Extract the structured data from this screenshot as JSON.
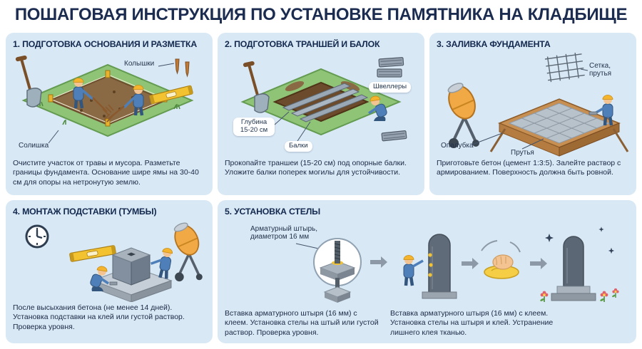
{
  "title": "ПОШАГОВАЯ ИНСТРУКЦИЯ ПО УСТАНОВКЕ ПАМЯТНИКА НА КЛАДБИЩЕ",
  "colors": {
    "panel_bg": "#d8e8f5",
    "title_text": "#1b2c50",
    "worker_blue": "#4f7fb8",
    "helmet_yellow": "#f5b42d",
    "level_yellow": "#f2c231",
    "grass_green": "#8fc477",
    "mixer_orange": "#f0a945"
  },
  "steps": [
    {
      "header": "1. ПОДГОТОВКА ОСНОВАНИЯ И РАЗМЕТКА",
      "labels": {
        "kolyshki": "Колышки",
        "solishka": "Солишка"
      },
      "caption": "Очистите участок от травы и мусора. Разметьте границы фундамента. Основание шире ямы на 30-40 см для опоры на нетронутую землю."
    },
    {
      "header": "2. ПОДГОТОВКА ТРАНШЕЙ И БАЛОК",
      "labels": {
        "shvellery": "Швеллеры",
        "glubina": "Глубина 15-20 см",
        "balki": "Балки"
      },
      "caption": "Прокопайте траншеи (15-20 см) под опорные балки. Уложите балки поперек могилы для устойчивости."
    },
    {
      "header": "3. ЗАЛИВКА ФУНДАМЕНТА",
      "labels": {
        "setka": "Сетка, прутья",
        "opalubka": "Опалубка",
        "prutya": "Прутья"
      },
      "caption": "Приготовьте бетон (цемент 1:3:5). Залейте раствор с армированием. Поверхность должна быть ровной."
    },
    {
      "header": "4. МОНТАЖ ПОДСТАВКИ (ТУМБЫ)",
      "caption": "После высыхания бетона (не менее 14 дней). Установка подставки на клей или густой раствор. Проверка уровня."
    },
    {
      "header": "5. УСТАНОВКА СТЕЛЫ",
      "labels": {
        "shtyr": "Арматурный штырь, диаметром 16 мм"
      },
      "captions": [
        "Вставка арматурного штыря (16 мм) с клеем. Установка стелы на штый или густой раствор. Проверка уровня.",
        "Вставка арматурного штыря (16 мм) с клеем. Установка стелы на штыря и клей. Устранение лишнего клея тканью."
      ]
    }
  ]
}
